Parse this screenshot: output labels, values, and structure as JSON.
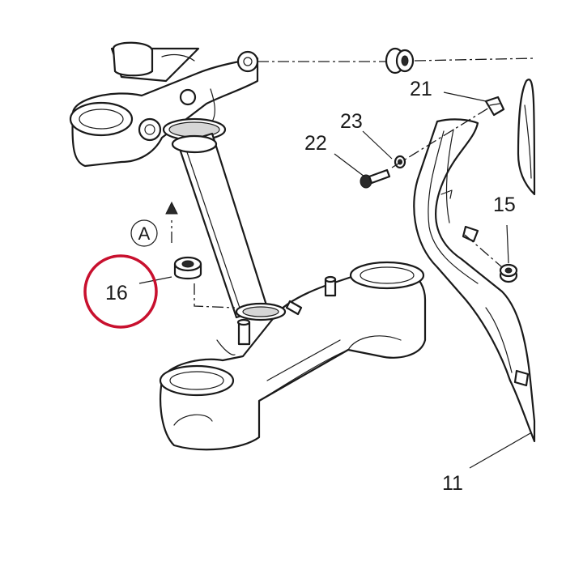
{
  "callouts": [
    {
      "id": "11",
      "label": "11"
    },
    {
      "id": "15",
      "label": "15"
    },
    {
      "id": "16",
      "label": "16"
    },
    {
      "id": "21",
      "label": "21"
    },
    {
      "id": "22",
      "label": "22"
    },
    {
      "id": "23",
      "label": "23"
    }
  ],
  "view_marker": {
    "label": "A"
  },
  "highlight": {
    "target": "16",
    "color": "#c8102e"
  }
}
